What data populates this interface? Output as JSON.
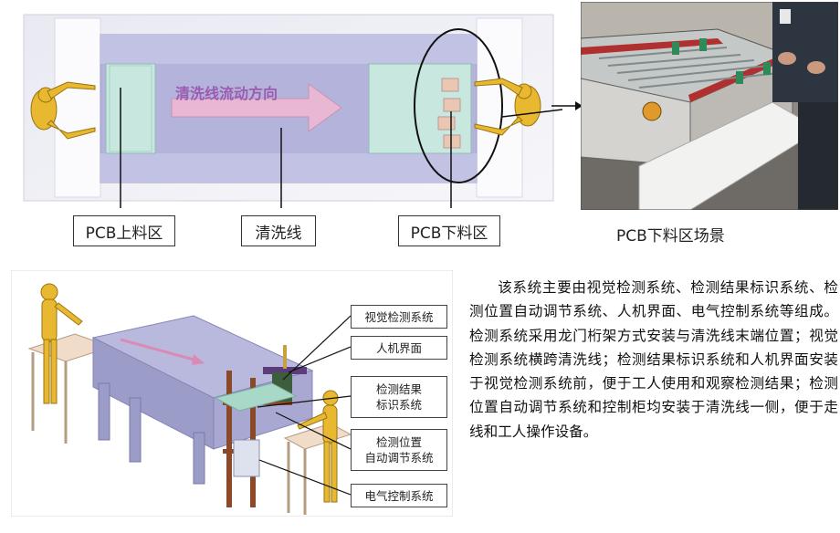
{
  "top_diagram": {
    "flow_label": "清洗线流动方向",
    "callouts": {
      "loading": "PCB上料区",
      "line": "清洗线",
      "unloading": "PCB下料区"
    }
  },
  "photo_caption": "PCB下料区场景",
  "bottom_diagram": {
    "labels": {
      "vision": "视觉检测系统",
      "hmi": "人机界面",
      "marking_line1": "检测结果",
      "marking_line2": "标识系统",
      "position_line1": "检测位置",
      "position_line2": "自动调节系统",
      "electrical": "电气控制系统"
    }
  },
  "description": "该系统主要由视觉检测系统、检测结果标识系统、检测位置自动调节系统、人机界面、电气控制系统等组成。检测系统采用龙门桁架方式安装与清洗线末端位置；视觉检测系统横跨清洗线；检测结果标识系统和人机界面安装于视觉检测系统前，便于工人使用和观察检测结果；检测位置自动调节系统和控制柜均安装于清洗线一侧，便于走线和工人操作设备。",
  "colors": {
    "conveyor": "#b3b3dc",
    "zone": "#c8e7df",
    "arrow": "#e7b7d4",
    "figure": "#e8b830"
  }
}
